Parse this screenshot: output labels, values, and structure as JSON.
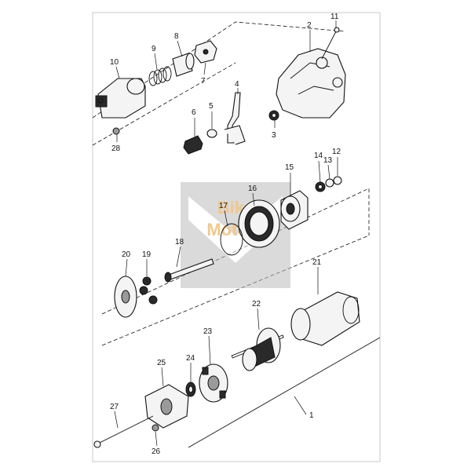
{
  "watermark": {
    "line1": "Bike",
    "line2": "Motors"
  },
  "callouts": [
    {
      "id": "c1",
      "text": "1"
    },
    {
      "id": "c2",
      "text": "2"
    },
    {
      "id": "c3",
      "text": "3"
    },
    {
      "id": "c4",
      "text": "4"
    },
    {
      "id": "c5",
      "text": "5"
    },
    {
      "id": "c6",
      "text": "6"
    },
    {
      "id": "c7",
      "text": "7"
    },
    {
      "id": "c8",
      "text": "8"
    },
    {
      "id": "c9",
      "text": "9"
    },
    {
      "id": "c10",
      "text": "10"
    },
    {
      "id": "c11",
      "text": "11"
    },
    {
      "id": "c12",
      "text": "12"
    },
    {
      "id": "c13",
      "text": "13"
    },
    {
      "id": "c14",
      "text": "14"
    },
    {
      "id": "c15",
      "text": "15"
    },
    {
      "id": "c16",
      "text": "16"
    },
    {
      "id": "c17",
      "text": "17"
    },
    {
      "id": "c18",
      "text": "18"
    },
    {
      "id": "c19",
      "text": "19"
    },
    {
      "id": "c20",
      "text": "20"
    },
    {
      "id": "c21",
      "text": "21"
    },
    {
      "id": "c22",
      "text": "22"
    },
    {
      "id": "c23",
      "text": "23"
    },
    {
      "id": "c24",
      "text": "24"
    },
    {
      "id": "c25",
      "text": "25"
    },
    {
      "id": "c26",
      "text": "26"
    },
    {
      "id": "c27",
      "text": "27"
    },
    {
      "id": "c28",
      "text": "28"
    }
  ]
}
